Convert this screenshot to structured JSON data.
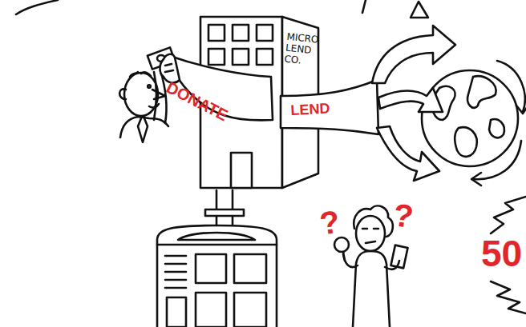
{
  "diagram": {
    "nodes": [
      {
        "text": [
          "MICRO LEND CO."
        ]
      }
    ],
    "labels": [
      "DONATE",
      "LEND",
      "?",
      "?",
      "50"
    ]
  }
}
